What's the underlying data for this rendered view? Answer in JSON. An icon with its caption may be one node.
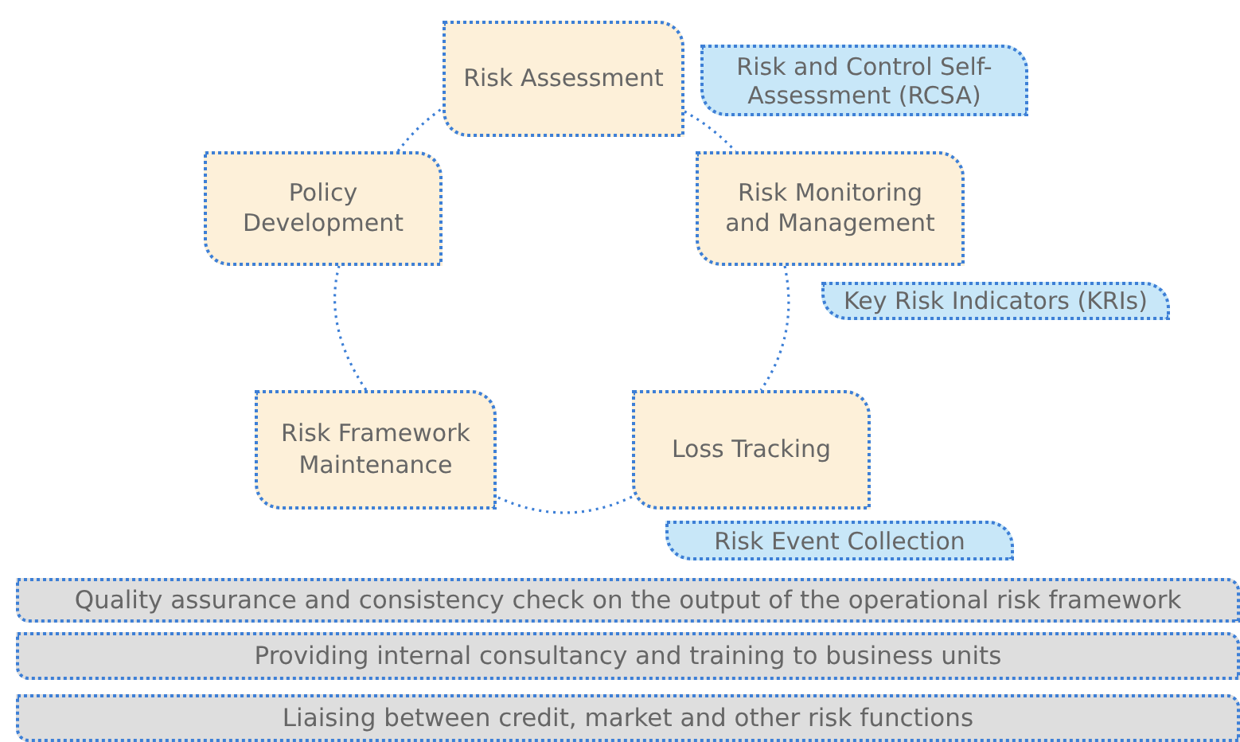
{
  "diagram": {
    "nodes": [
      {
        "text": [
          "Risk Assessment"
        ]
      },
      {
        "text": [
          "Risk and Control Self-Assessment (RCSA)"
        ]
      },
      {
        "text": [
          "Policy Development"
        ]
      },
      {
        "text": [
          "Risk Monitoring and Management"
        ]
      },
      {
        "text": [
          "Key Risk Indicators (KRIs)"
        ]
      },
      {
        "text": [
          "Risk Framework Maintenance"
        ]
      },
      {
        "text": [
          "Loss Tracking"
        ]
      },
      {
        "text": [
          "Risk Event Collection"
        ]
      },
      {
        "text": [
          "Quality assurance and consistency check on the output of the operational risk framework"
        ]
      },
      {
        "text": [
          "Providing internal consultancy and training to business units"
        ]
      },
      {
        "text": [
          "Liaising between credit, market and other risk functions"
        ]
      }
    ],
    "edges": [
      {
        "from": 0,
        "to": 3,
        "arrow": "none"
      },
      {
        "from": 3,
        "to": 6,
        "arrow": "none"
      },
      {
        "from": 6,
        "to": 5,
        "arrow": "none"
      },
      {
        "from": 5,
        "to": 2,
        "arrow": "none"
      },
      {
        "from": 2,
        "to": 0,
        "arrow": "none"
      }
    ]
  }
}
